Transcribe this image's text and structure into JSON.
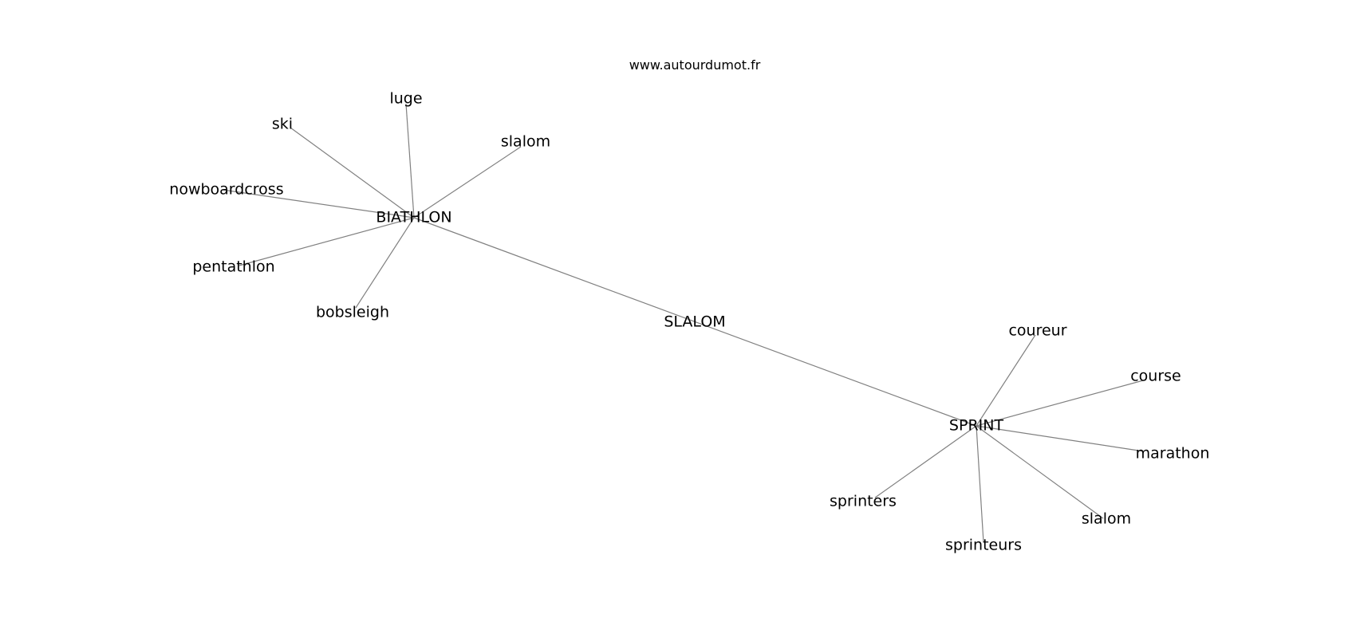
{
  "source": "www.autourdumot.fr",
  "colors": {
    "edge": "#808080",
    "text": "#000000",
    "background": "#ffffff"
  },
  "nodes": [
    {
      "id": "slalom_center",
      "label": "SLALOM",
      "name": "node-slalom-center"
    },
    {
      "id": "biathlon",
      "label": "BIATHLON",
      "name": "node-biathlon"
    },
    {
      "id": "sprint",
      "label": "SPRINT",
      "name": "node-sprint"
    },
    {
      "id": "luge",
      "label": "luge",
      "name": "node-luge"
    },
    {
      "id": "ski",
      "label": "ski",
      "name": "node-ski"
    },
    {
      "id": "slalom_b",
      "label": "slalom",
      "name": "node-slalom-biathlon"
    },
    {
      "id": "snowboardcross",
      "label": "snowboardcross",
      "name": "node-snowboardcross"
    },
    {
      "id": "pentathlon",
      "label": "pentathlon",
      "name": "node-pentathlon"
    },
    {
      "id": "bobsleigh",
      "label": "bobsleigh",
      "name": "node-bobsleigh"
    },
    {
      "id": "coureur",
      "label": "coureur",
      "name": "node-coureur"
    },
    {
      "id": "course",
      "label": "course",
      "name": "node-course"
    },
    {
      "id": "marathon",
      "label": "marathon",
      "name": "node-marathon"
    },
    {
      "id": "sprinters",
      "label": "sprinters",
      "name": "node-sprinters"
    },
    {
      "id": "slalom_s",
      "label": "slalom",
      "name": "node-slalom-sprint"
    },
    {
      "id": "sprinteurs",
      "label": "sprinteurs",
      "name": "node-sprinteurs"
    }
  ],
  "edges": [
    [
      "biathlon",
      "sprint"
    ],
    [
      "biathlon",
      "luge"
    ],
    [
      "biathlon",
      "ski"
    ],
    [
      "biathlon",
      "slalom_b"
    ],
    [
      "biathlon",
      "snowboardcross"
    ],
    [
      "biathlon",
      "pentathlon"
    ],
    [
      "biathlon",
      "bobsleigh"
    ],
    [
      "sprint",
      "coureur"
    ],
    [
      "sprint",
      "course"
    ],
    [
      "sprint",
      "marathon"
    ],
    [
      "sprint",
      "sprinters"
    ],
    [
      "sprint",
      "slalom_s"
    ],
    [
      "sprint",
      "sprinteurs"
    ]
  ]
}
